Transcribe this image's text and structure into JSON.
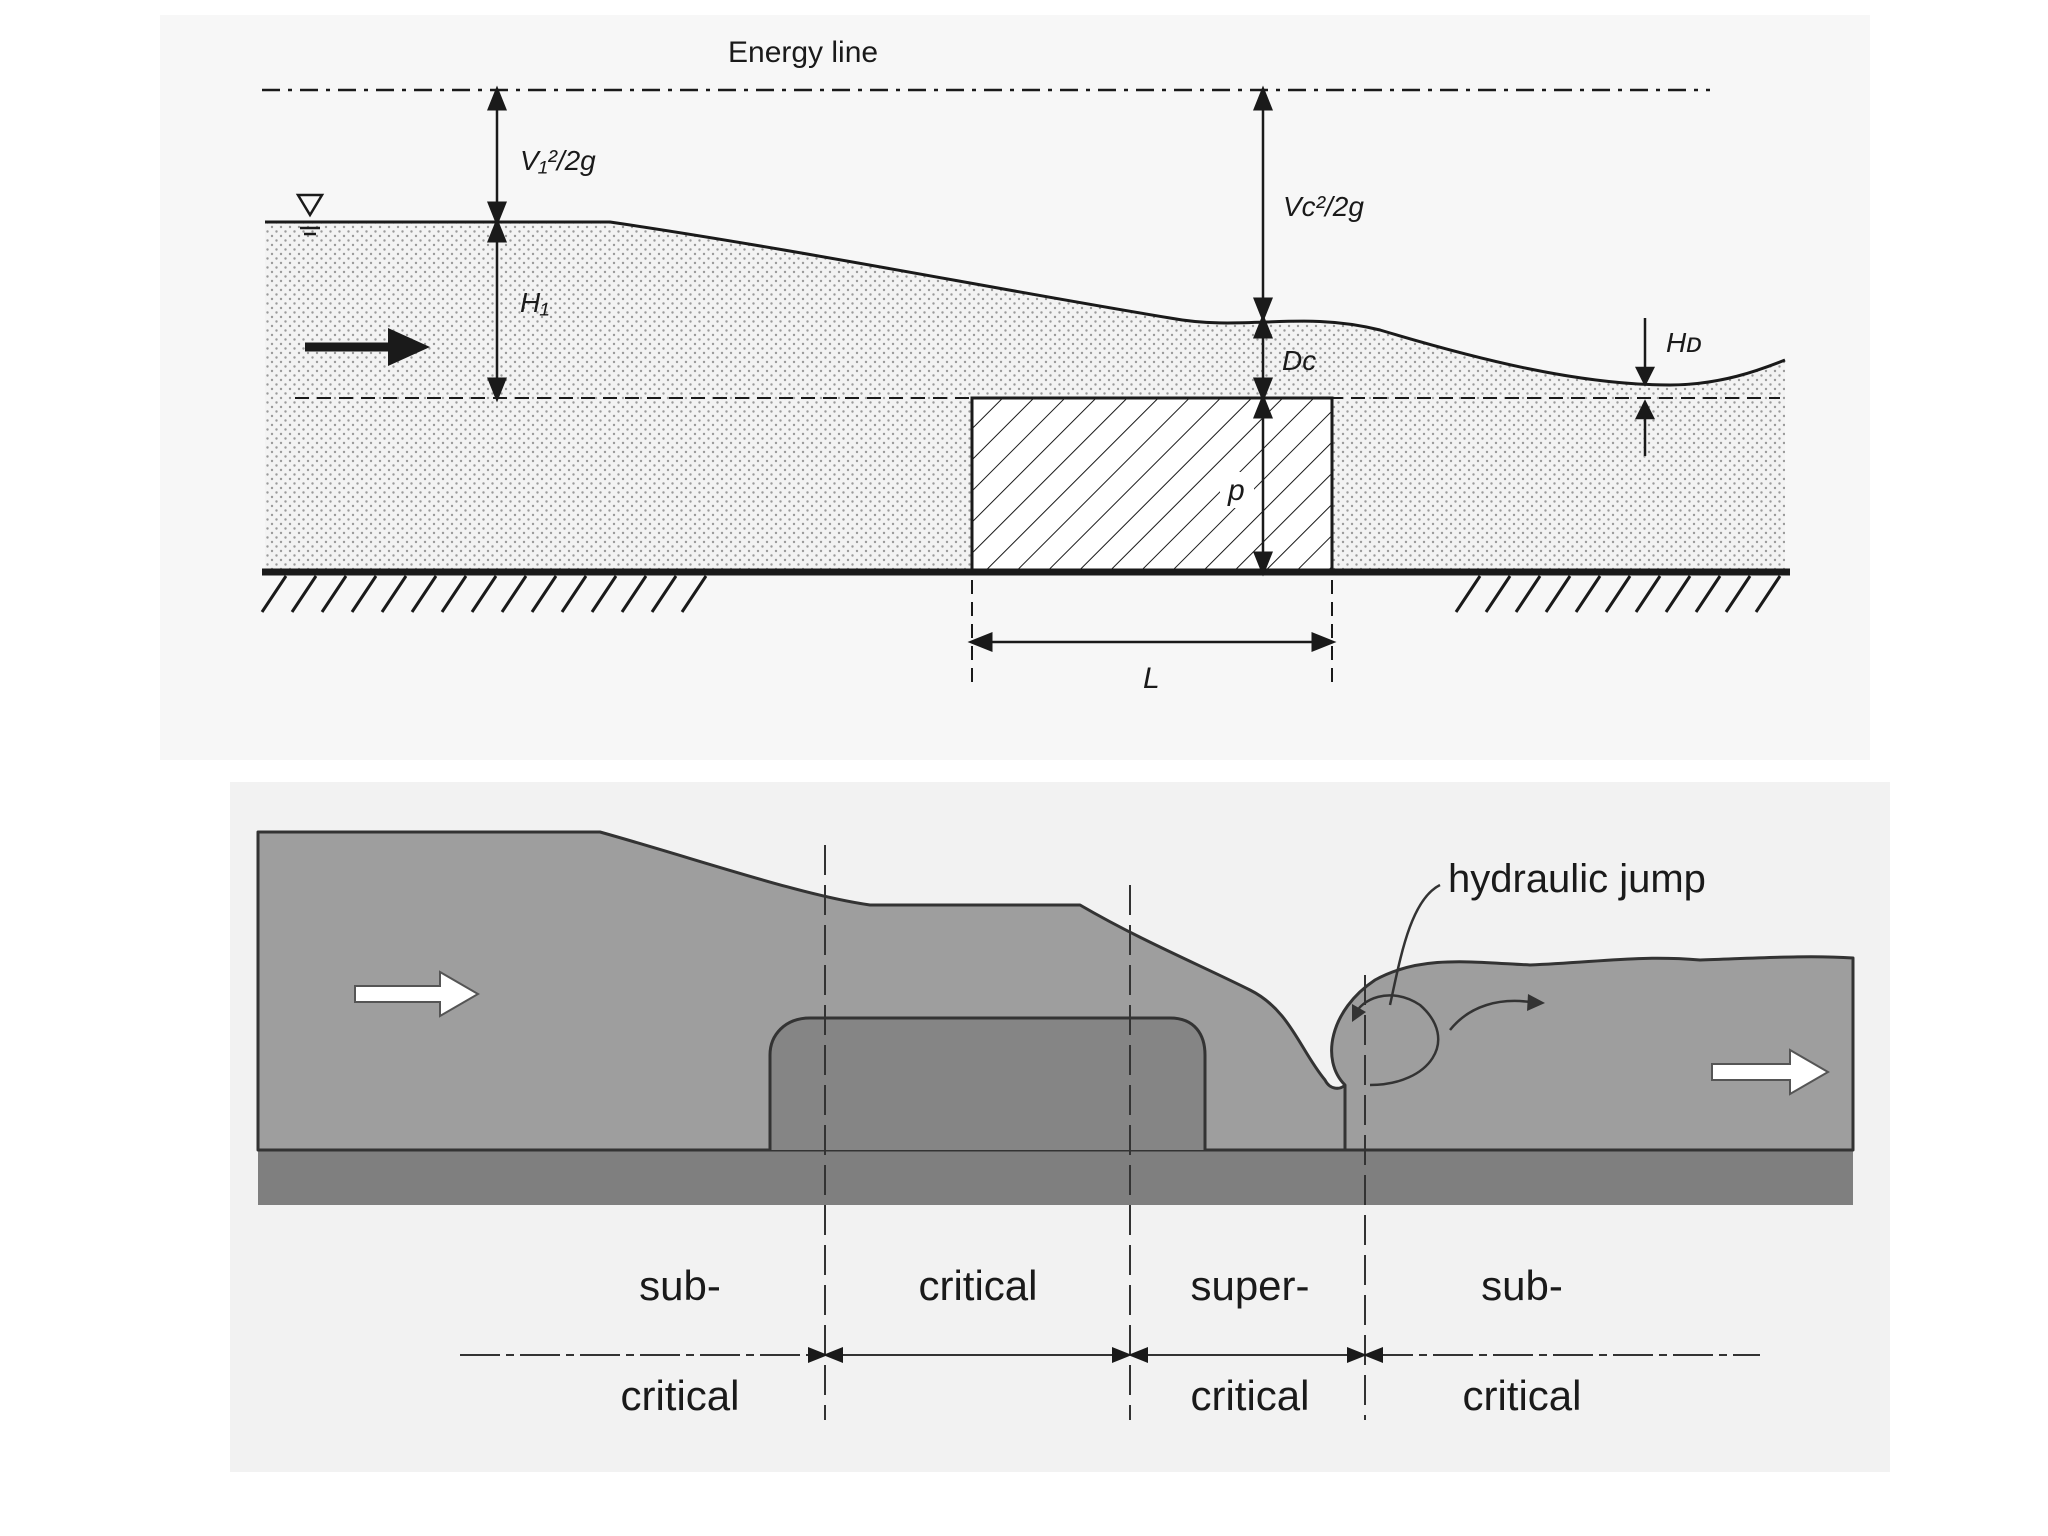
{
  "top_diagram": {
    "energy_line_label": "Energy line",
    "v1_head_label": "V₁²/2g",
    "vc_head_label": "Vᴄ²/2g",
    "h1_label": "H₁",
    "dc_label": "Dᴄ",
    "hd_label": "Hᴅ",
    "p_label": "p",
    "l_label": "L"
  },
  "bottom_diagram": {
    "hydraulic_jump_label": "hydraulic jump",
    "zones": [
      {
        "line1": "sub-",
        "line2": "critical"
      },
      {
        "line1": "critical",
        "line2": ""
      },
      {
        "line1": "super-",
        "line2": "critical"
      },
      {
        "line1": "sub-",
        "line2": "critical"
      }
    ]
  },
  "colors": {
    "water_light": "#9e9e9e",
    "water_block": "#858585",
    "bed": "#7f7f7f",
    "ink": "#1a1a1a"
  }
}
